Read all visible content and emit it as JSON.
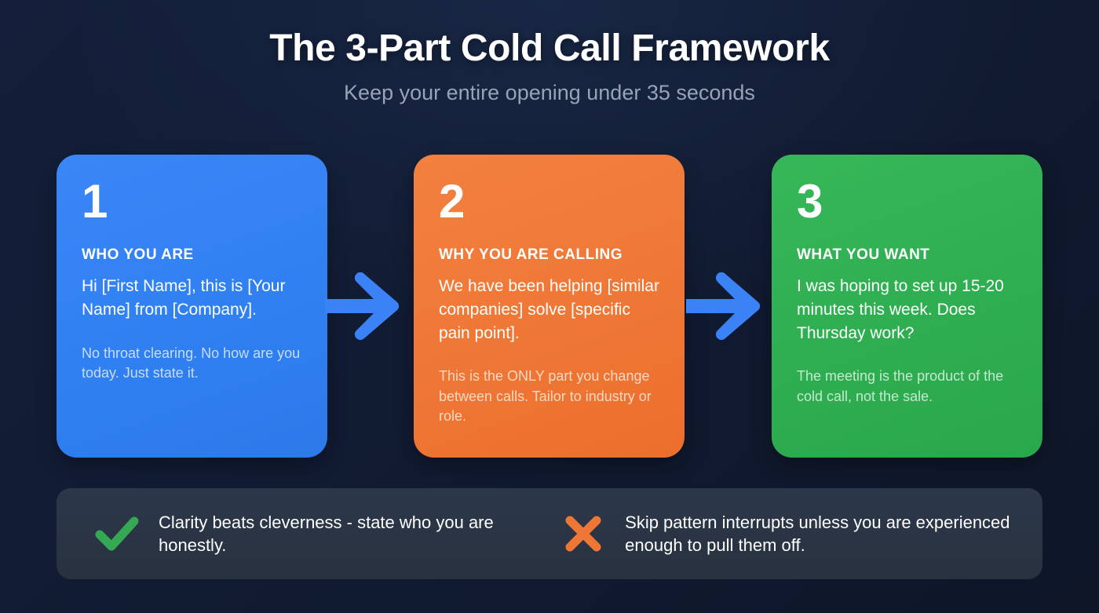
{
  "header": {
    "title": "The 3-Part Cold Call Framework",
    "subtitle": "Keep your entire opening under 35 seconds"
  },
  "colors": {
    "background_dark": "#101a2e",
    "background_light": "#131f3a",
    "card_blue": "#3080f2",
    "card_orange": "#ef7736",
    "card_green": "#2fae51",
    "arrow_blue": "#3b82f6",
    "tips_bar": "#2c374b",
    "check_green": "#34a853",
    "cross_orange": "#ef7736",
    "subtitle_gray": "#98a3b5"
  },
  "cards": [
    {
      "number": "1",
      "heading": "WHO YOU ARE",
      "script": "Hi [First Name], this is [Your Name] from [Company].",
      "note": "No throat clearing. No how are you today. Just state it."
    },
    {
      "number": "2",
      "heading": "WHY YOU ARE CALLING",
      "script": "We have been helping [similar companies] solve [specific pain point].",
      "note": "This is the ONLY part you change between calls. Tailor to industry or role."
    },
    {
      "number": "3",
      "heading": "WHAT YOU WANT",
      "script": "I was hoping to set up 15-20 minutes this week. Does Thursday work?",
      "note": "The meeting is the product of the cold call, not the sale."
    }
  ],
  "arrows": [
    {
      "icon": "arrow-right-icon"
    },
    {
      "icon": "arrow-right-icon"
    }
  ],
  "tips": [
    {
      "icon": "check-icon",
      "text": "Clarity beats cleverness - state who you are honestly."
    },
    {
      "icon": "cross-icon",
      "text": "Skip pattern interrupts unless you are experienced enough to pull them off."
    }
  ]
}
